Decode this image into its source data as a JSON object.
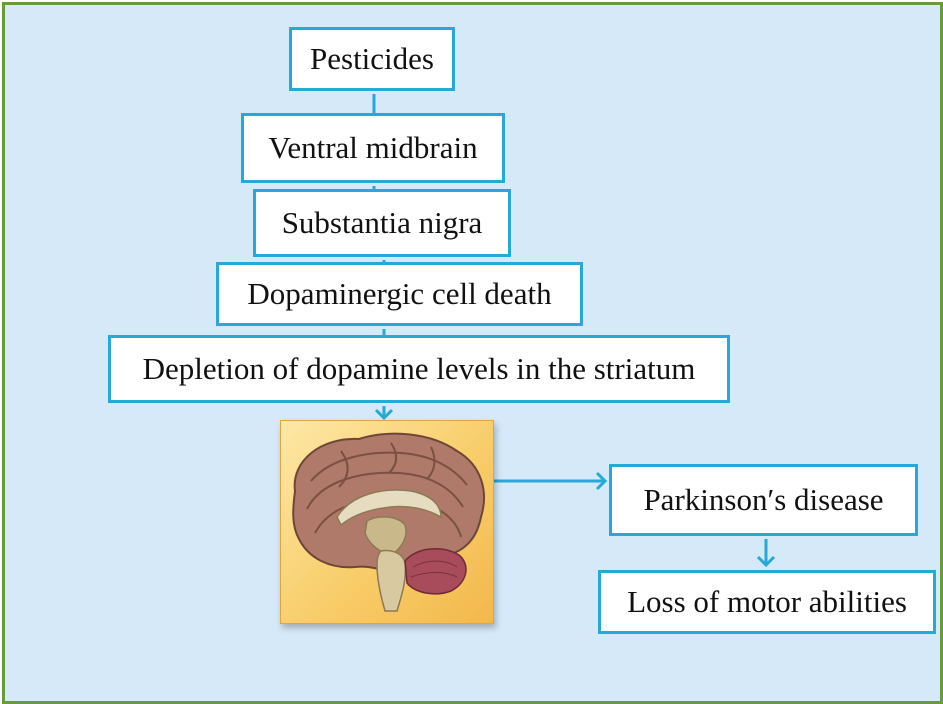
{
  "diagram": {
    "nodes": [
      {
        "id": "pesticides",
        "label": "Pesticides"
      },
      {
        "id": "ventral-midbrain",
        "label": "Ventral midbrain"
      },
      {
        "id": "substantia-nigra",
        "label": "Substantia nigra"
      },
      {
        "id": "cell-death",
        "label": "Dopaminergic cell death"
      },
      {
        "id": "depletion",
        "label": "Depletion of dopamine levels in the striatum"
      },
      {
        "id": "parkinsons",
        "label": "Parkinson′s disease"
      },
      {
        "id": "motor-loss",
        "label": "Loss of motor abilities"
      }
    ],
    "image": {
      "icon": "brain-sagittal-illustration"
    },
    "colors": {
      "frame_border": "#6a9b3a",
      "background": "#d6e9f8",
      "box_border": "#26a9d6",
      "connector": "#26a9d6"
    }
  }
}
